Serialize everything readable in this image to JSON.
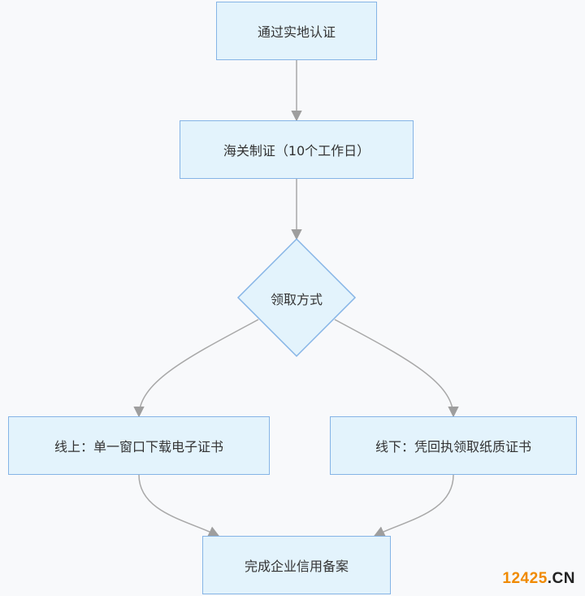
{
  "nodes": {
    "verify": "通过实地认证",
    "customs": "海关制证（10个工作日）",
    "method": "领取方式",
    "online": "线上：单一窗口下载电子证书",
    "offline": "线下：凭回执领取纸质证书",
    "complete": "完成企业信用备案"
  },
  "watermark": {
    "number": "12425",
    "suffix": ".CN"
  },
  "colors": {
    "node_fill": "#e3f3fc",
    "node_border": "#85b4e6",
    "edge": "#9e9e9e",
    "watermark_orange": "#f08a00"
  }
}
